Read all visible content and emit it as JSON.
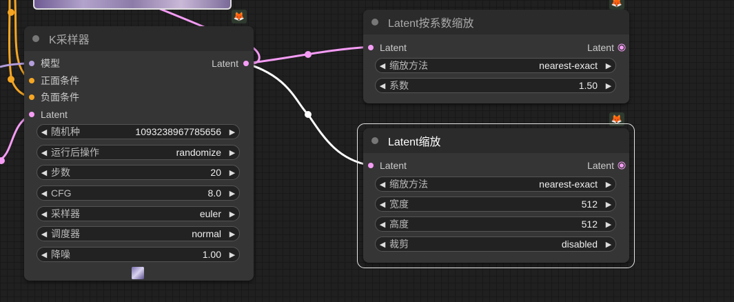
{
  "ksampler": {
    "title": "K采样器",
    "inputs": [
      "模型",
      "正面条件",
      "负面条件",
      "Latent"
    ],
    "output": "Latent",
    "widgets": [
      {
        "name": "随机种",
        "value": "1093238967785656"
      },
      {
        "name": "运行后操作",
        "value": "randomize"
      },
      {
        "name": "步数",
        "value": "20"
      },
      {
        "name": "CFG",
        "value": "8.0"
      },
      {
        "name": "采样器",
        "value": "euler"
      },
      {
        "name": "调度器",
        "value": "normal"
      },
      {
        "name": "降噪",
        "value": "1.00"
      }
    ]
  },
  "latent_by": {
    "title": "Latent按系数缩放",
    "input": "Latent",
    "output": "Latent",
    "widgets": [
      {
        "name": "缩放方法",
        "value": "nearest-exact"
      },
      {
        "name": "系数",
        "value": "1.50"
      }
    ]
  },
  "latent_upscale": {
    "title": "Latent缩放",
    "input": "Latent",
    "output": "Latent",
    "widgets": [
      {
        "name": "缩放方法",
        "value": "nearest-exact"
      },
      {
        "name": "宽度",
        "value": "512"
      },
      {
        "name": "高度",
        "value": "512"
      },
      {
        "name": "裁剪",
        "value": "disabled"
      }
    ]
  },
  "glyphs": {
    "left_arrow": "◀",
    "right_arrow": "▶",
    "fox": "🦊"
  },
  "colors": {
    "latent": "#f59cf5",
    "conditioning": "#f5a623",
    "model": "#b39ddb",
    "selected_wire": "#ffffff"
  }
}
